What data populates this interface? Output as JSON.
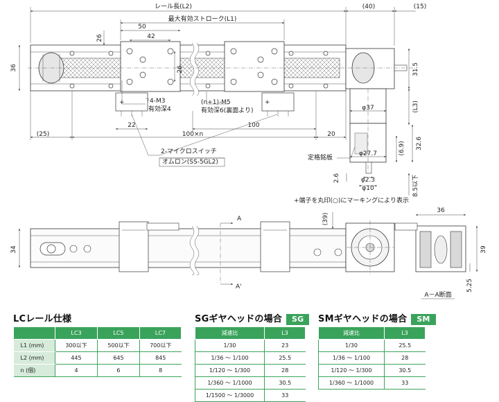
{
  "drawing": {
    "dims": {
      "rail_length": "レール長(L2)",
      "max_stroke": "最大有効ストローク(L1)",
      "d40": "(40)",
      "d15": "(15)",
      "d50": "50",
      "d42": "42",
      "d26_top": "26",
      "d26_mid": "26",
      "d36_left": "36",
      "d31_5": "31.5",
      "phi37": "φ37",
      "L3": "(L3)",
      "d32_6": "32.6",
      "d6_9": "(6.9)",
      "phi27_7": "φ27.7",
      "phi2_3": "φ2.3",
      "d2_6": "2.6",
      "phi10": "φ10",
      "d8_5": "8.5以下",
      "d22": "22",
      "d100": "100",
      "d25": "(25)",
      "d100n": "100×n",
      "d20": "20",
      "d36_right": "36",
      "d39_small": "(39)",
      "d34": "34",
      "d39": "39",
      "d5_25": "5.25"
    },
    "notes": {
      "m3": "4-M3",
      "m3_depth": "有効深4",
      "m5": "(n+1)-M5",
      "m5_depth": "有効深6(裏面より)",
      "switch": "2-マイクロスイッチ",
      "switch_model": "オムロン(SS-5GL2)",
      "nameplate": "定格銘板",
      "terminal_note": "+端子を丸印(○)にマーキングにより表示",
      "section_a": "A",
      "section_a2": "A'",
      "section_label": "A－A断面",
      "plus": "+"
    }
  },
  "lc_table": {
    "title": "LCレール仕様",
    "headers": [
      "",
      "LC3",
      "LC5",
      "LC7"
    ],
    "rows": [
      [
        "L1 (mm)",
        "300以下",
        "500以下",
        "700以下"
      ],
      [
        "L2 (mm)",
        "445",
        "645",
        "845"
      ],
      [
        "n (個)",
        "4",
        "6",
        "8"
      ]
    ]
  },
  "sg_table": {
    "title": "SGギヤヘッドの場合",
    "badge": "SG",
    "headers": [
      "減速比",
      "L3"
    ],
    "rows": [
      [
        "1/30",
        "23"
      ],
      [
        "1/36 ～ 1/100",
        "25.5"
      ],
      [
        "1/120 ～ 1/300",
        "28"
      ],
      [
        "1/360 ～ 1/1000",
        "30.5"
      ],
      [
        "1/1500 ～ 1/3000",
        "33"
      ]
    ]
  },
  "sm_table": {
    "title": "SMギヤヘッドの場合",
    "badge": "SM",
    "headers": [
      "減速比",
      "L3"
    ],
    "rows": [
      [
        "1/30",
        "25.5"
      ],
      [
        "1/36 ～ 1/100",
        "28"
      ],
      [
        "1/120 ～ 1/300",
        "30.5"
      ],
      [
        "1/360 ～ 1/1000",
        "33"
      ]
    ]
  },
  "colors": {
    "accent": "#3aa35b",
    "row_header": "#d6ebd9"
  }
}
